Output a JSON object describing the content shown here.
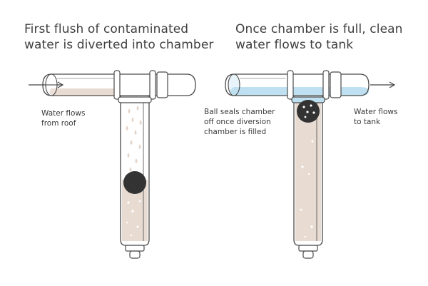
{
  "titles": {
    "left": {
      "line1": "First flush of contaminated",
      "line2": "water is diverted into chamber"
    },
    "right": {
      "line1": "Once chamber is full, clean",
      "line2": "water flows to tank"
    }
  },
  "labels": {
    "from_roof": {
      "line1": "Water flows",
      "line2": "from roof"
    },
    "ball_seals": {
      "line1": "Ball seals chamber",
      "line2": "off once diversion",
      "line3": "chamber is filled"
    },
    "to_tank": {
      "line1": "Water flows",
      "line2": "to tank"
    }
  },
  "colors": {
    "outline": "#4a4a4a",
    "sediment_water": "#e8dbd2",
    "clean_water": "#bfe0f0",
    "ball": "#333333",
    "droplet": "#e3d3c8",
    "arrow": "#444444"
  }
}
